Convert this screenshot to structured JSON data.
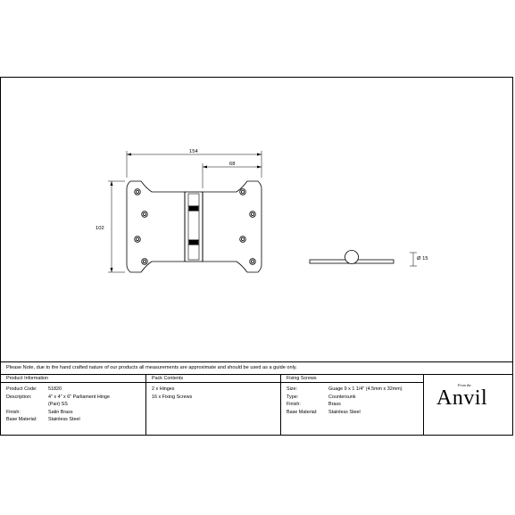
{
  "drawing": {
    "dim_width": "154",
    "dim_offset": "68",
    "dim_height": "102",
    "dim_knuckle": "15"
  },
  "note": "Please Note, due to the hand crafted nature of our products all measurements are approximate and should be used as a guide only.",
  "product_info": {
    "heading": "Product Information",
    "rows": [
      {
        "label": "Product Code:",
        "value": "51820"
      },
      {
        "label": "Description:",
        "value": "4\" x 4\" x 6\" Parliament Hinge\n(Pair) SS"
      },
      {
        "label": "Finish:",
        "value": "Satin Brass"
      },
      {
        "label": "Base Material:",
        "value": "Stainless Steel"
      }
    ]
  },
  "pack_contents": {
    "heading": "Pack Contents",
    "items": [
      "2 x Hinges",
      "16 x Fixing Screws"
    ]
  },
  "fixing_screws": {
    "heading": "Fixing Screws",
    "rows": [
      {
        "label": "Size:",
        "value": "Guage 9 x 1 1/4\" (4.5mm x 32mm)"
      },
      {
        "label": "Type:",
        "value": "Countersunk"
      },
      {
        "label": "Finish:",
        "value": "Brass"
      },
      {
        "label": "Base Material:",
        "value": "Stainless Steel"
      }
    ]
  },
  "logo": {
    "small": "From the",
    "word": "Anvil"
  }
}
